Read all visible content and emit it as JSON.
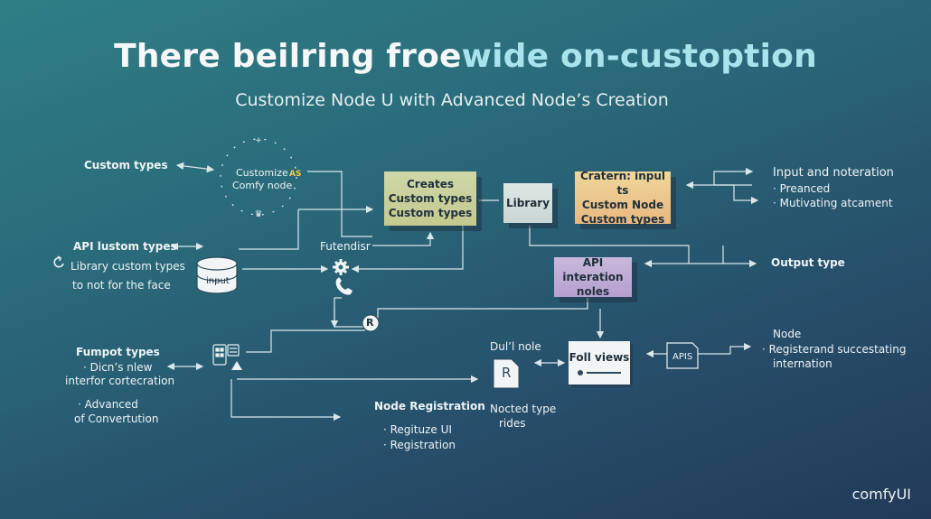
{
  "header": {
    "title_part1": "There beilring froe",
    "title_part2": "wide on-custoption",
    "subtitle": "Customize Node U with Advanced Node’s Creation"
  },
  "left": {
    "custom_types": "Custom types",
    "api_lustom_types": "API lustom types",
    "library_custom_types": "Library custom types",
    "not_for_face": "to not for the face",
    "fumpot_types": "Fumpot types",
    "dicns_nlew": "· Dicn’s nlew",
    "interfor": "interfor cortecration",
    "advanced": "· Advanced",
    "convertution": "of Convertution"
  },
  "center": {
    "customize": "Customize",
    "as": "AS",
    "comfy_node": "Comfy node",
    "input_label": "input",
    "futendisr": "Futendisr",
    "r_badge": "R",
    "node_registration": "Node Registration",
    "regituze_ui": "· Regituze UI",
    "registration": "· Registration",
    "dull_nole": "Dul’l nole",
    "doc_letter": "R",
    "nocted_type": "Nocted type",
    "rides": "rides"
  },
  "boxes": {
    "creates": [
      "Creates",
      "Custom types",
      "Custom types"
    ],
    "library": "Library",
    "cratern": [
      "Cratern: inpul ts",
      "Custom Node",
      "Custom types"
    ],
    "api_interation": [
      "API interation",
      "noles"
    ],
    "foll_views": "Foll views"
  },
  "right": {
    "input_noteration": "Input and noteration",
    "preanced": "·  Preanced",
    "mutivating": "·  Mutivating atcament",
    "output_type": "Output type",
    "apis": "APIS",
    "node": "Node",
    "registerand": "·  Registerand succestating",
    "internation": "internation"
  },
  "brand": "comfyUI",
  "colors": {
    "bg_top": "#2f7f85",
    "bg_bottom": "#223a58",
    "box_creates": "#c9cf96",
    "box_library": "#d6e0de",
    "box_cratern": "#ecc68c",
    "box_api": "#bfa9d6",
    "line": "#d9e7ea"
  }
}
